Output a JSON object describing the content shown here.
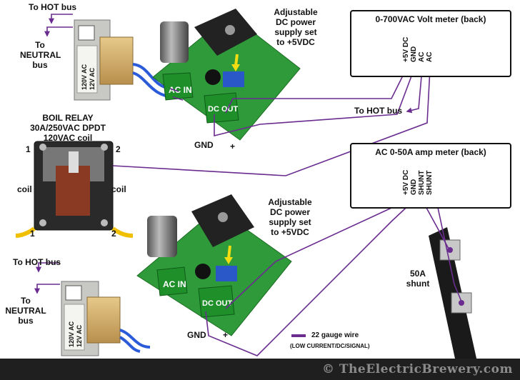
{
  "transformer_top": {
    "to_hot": "To HOT bus",
    "to_neutral": [
      "To",
      "NEUTRAL",
      "bus"
    ],
    "winding_primary": "120V AC",
    "winding_secondary": "12V AC"
  },
  "psu_top": {
    "description": [
      "Adjustable",
      "DC power",
      "supply set",
      "to +5VDC"
    ],
    "ac_in": "AC IN",
    "dc_out": "DC OUT",
    "gnd": "GND",
    "plus": "+"
  },
  "volt_meter": {
    "title": "0-700VAC Volt meter (back)",
    "pins": [
      "+5V DC",
      "GND",
      "AC",
      "AC"
    ],
    "to_hot": "To HOT bus"
  },
  "relay": {
    "title": [
      "BOIL RELAY",
      "30A/250VAC DPDT",
      "120VAC coil"
    ],
    "pin_1_top": "1",
    "pin_2_top": "2",
    "pin_1_bottom": "1",
    "pin_2_bottom": "2",
    "coil_left": "coil",
    "coil_right": "coil"
  },
  "amp_meter": {
    "title": "AC 0-50A amp meter (back)",
    "pins": [
      "+5V DC",
      "GND",
      "SHUNT",
      "SHUNT"
    ]
  },
  "shunt": {
    "label": [
      "50A",
      "shunt"
    ]
  },
  "psu_bottom": {
    "description": [
      "Adjustable",
      "DC power",
      "supply set",
      "to +5VDC"
    ],
    "ac_in": "AC IN",
    "dc_out": "DC OUT",
    "gnd": "GND",
    "plus": "+"
  },
  "transformer_bottom": {
    "to_hot": "To HOT bus",
    "to_neutral": [
      "To",
      "NEUTRAL",
      "bus"
    ],
    "winding_primary": "120V AC",
    "winding_secondary": "12V AC"
  },
  "legend": {
    "wire": "22 gauge wire",
    "wire_note": "(LOW CURRENT/DC/SIGNAL)",
    "wire_color": "#6a2c8f"
  },
  "footer": {
    "copyright": "© TheElectricBrewery.com"
  },
  "colors": {
    "wire": "#6a2c8f",
    "pcb": "#2f9a3a",
    "terminal": "#1f8f2a",
    "heatsink": "#222222",
    "pot": "#2a58c8",
    "pad": "#e38a4a",
    "arrow": "#f2dd12",
    "yellow_wire": "#f0c000",
    "blue_wire": "#2b5bd8"
  }
}
